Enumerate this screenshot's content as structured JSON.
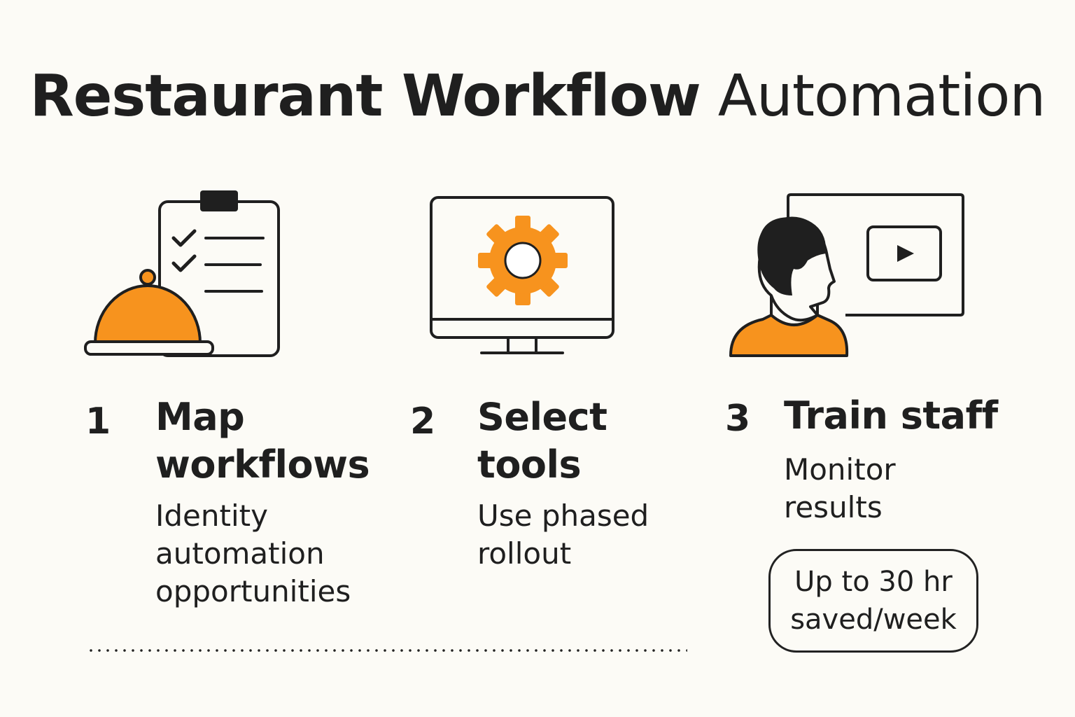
{
  "title": {
    "bold": "Restaurant Workflow",
    "light": "Automation"
  },
  "colors": {
    "accent": "#f7931e",
    "ink": "#1f1f1f",
    "background": "#fcfbf6"
  },
  "steps": [
    {
      "number": "1",
      "heading_line1": "Map",
      "heading_line2": "workflows",
      "desc_line1": "Identity",
      "desc_line2": "automation",
      "desc_line3": "opportunities",
      "icon": "clipboard-cloche-icon"
    },
    {
      "number": "2",
      "heading_line1": "Select",
      "heading_line2": "tools",
      "desc_line1": "Use phased",
      "desc_line2": "rollout",
      "icon": "monitor-gear-icon"
    },
    {
      "number": "3",
      "heading_line1": "Train staff",
      "desc_line1": "Monitor",
      "desc_line2": "results",
      "icon": "person-video-icon"
    }
  ],
  "badge": {
    "line1": "Up to 30 hr",
    "line2": "saved/week"
  }
}
